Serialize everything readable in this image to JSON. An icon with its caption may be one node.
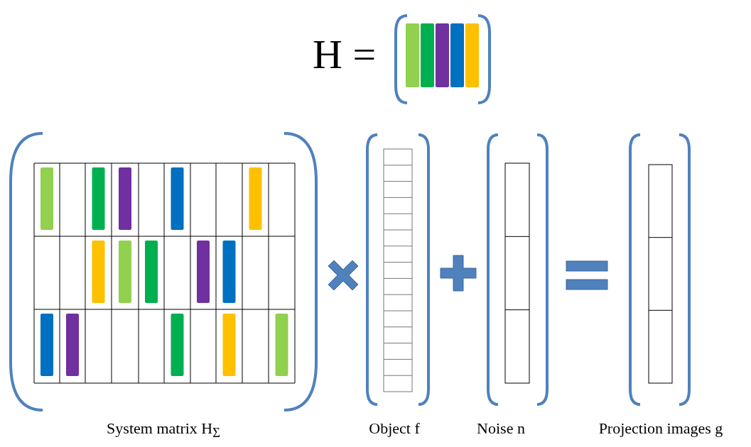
{
  "diagram": {
    "labels": [
      "H =",
      "System matrix H$_{Σ}$",
      "Object f",
      "Noise n",
      "Projection images g"
    ]
  }
}
